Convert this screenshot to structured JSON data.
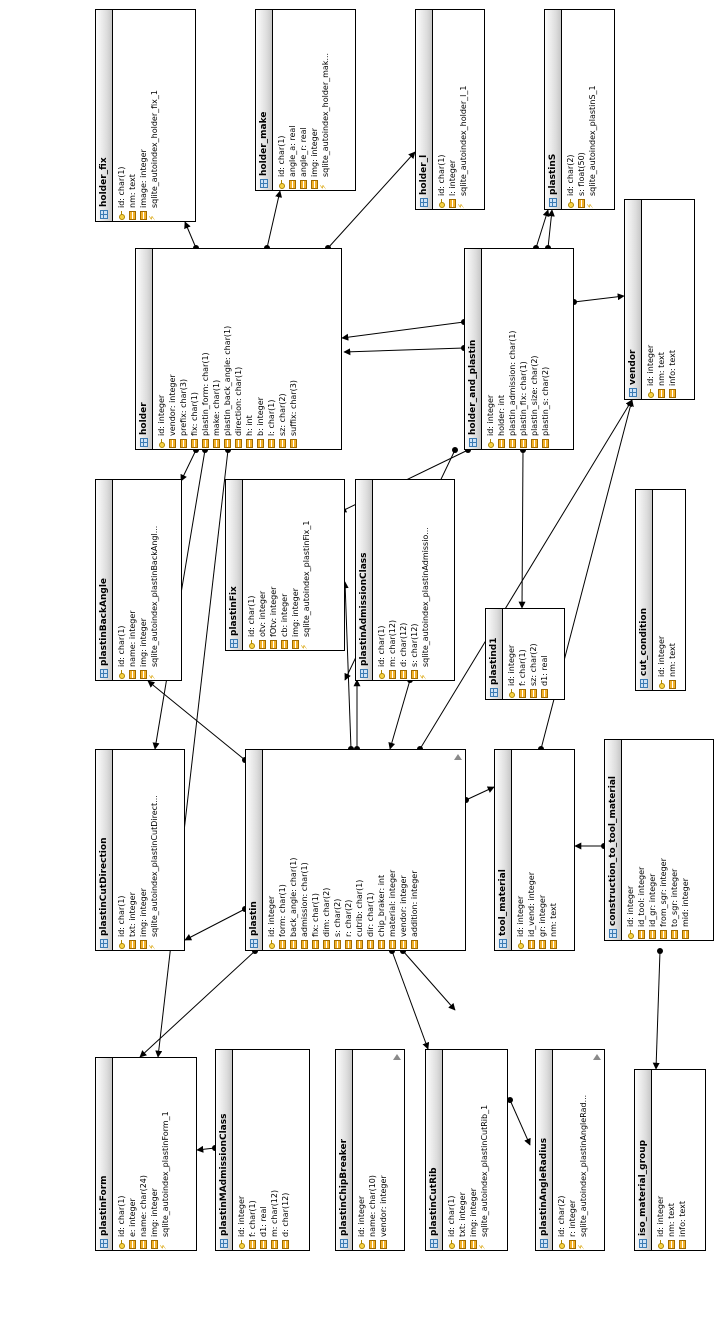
{
  "tables": [
    {
      "id": "holder_fix",
      "name": "holder_fix",
      "fields": [
        {
          "icon": "key-icon",
          "text": "id: char(1)"
        },
        {
          "icon": "column-icon",
          "text": "nm: text"
        },
        {
          "icon": "column-icon",
          "text": "image: integer"
        },
        {
          "icon": "index-icon",
          "text": "sqlite_autoindex_holder_fix_1"
        }
      ]
    },
    {
      "id": "holder_make",
      "name": "holder_make",
      "fields": [
        {
          "icon": "key-icon",
          "text": "id: char(1)"
        },
        {
          "icon": "column-icon",
          "text": "angle_a: real"
        },
        {
          "icon": "column-icon",
          "text": "angle_r: real"
        },
        {
          "icon": "column-icon",
          "text": "img: integer"
        },
        {
          "icon": "index-icon",
          "text": "sqlite_autoindex_holder_mak..."
        }
      ]
    },
    {
      "id": "holder_l",
      "name": "holder_l",
      "fields": [
        {
          "icon": "key-icon",
          "text": "id: char(1)"
        },
        {
          "icon": "column-icon",
          "text": "l: integer"
        },
        {
          "icon": "index-icon",
          "text": "sqlite_autoindex_holder_l_1"
        }
      ]
    },
    {
      "id": "plastinS",
      "name": "plastinS",
      "fields": [
        {
          "icon": "key-icon",
          "text": "id: char(2)"
        },
        {
          "icon": "column-icon",
          "text": "s: float(50)"
        },
        {
          "icon": "index-icon",
          "text": "sqlite_autoindex_plastinS_1"
        }
      ]
    },
    {
      "id": "vendor",
      "name": "vendor",
      "fields": [
        {
          "icon": "key-icon",
          "text": "id: integer"
        },
        {
          "icon": "column-icon",
          "text": "nm: text"
        },
        {
          "icon": "column-icon",
          "text": "info: text"
        }
      ]
    },
    {
      "id": "holder",
      "name": "holder",
      "fields": [
        {
          "icon": "key-icon",
          "text": "id: integer"
        },
        {
          "icon": "column-icon",
          "text": "vendor: integer"
        },
        {
          "icon": "column-icon",
          "text": "prefix: char(3)"
        },
        {
          "icon": "column-icon",
          "text": "fix: char(1)"
        },
        {
          "icon": "column-icon",
          "text": "plastin_form: char(1)"
        },
        {
          "icon": "column-icon",
          "text": "make: char(1)"
        },
        {
          "icon": "column-icon",
          "text": "plastin_back_angle: char(1)"
        },
        {
          "icon": "column-icon",
          "text": "direction: char(1)"
        },
        {
          "icon": "column-icon",
          "text": "h: int"
        },
        {
          "icon": "column-icon",
          "text": "b: integer"
        },
        {
          "icon": "column-icon",
          "text": "l: char(1)"
        },
        {
          "icon": "column-icon",
          "text": "sz: char(2)"
        },
        {
          "icon": "column-icon",
          "text": "suffix: char(3)"
        }
      ]
    },
    {
      "id": "holder_and_plastin",
      "name": "holder_and_plastin",
      "fields": [
        {
          "icon": "key-icon",
          "text": "id: integer"
        },
        {
          "icon": "column-icon",
          "text": "holder: int"
        },
        {
          "icon": "column-icon",
          "text": "plastin_admission: char(1)"
        },
        {
          "icon": "column-icon",
          "text": "plastin_fix: char(1)"
        },
        {
          "icon": "column-icon",
          "text": "plastin_size: char(2)"
        },
        {
          "icon": "column-icon",
          "text": "plastin_s: char(2)"
        }
      ]
    },
    {
      "id": "plastinBackAngle",
      "name": "plastinBackAngle",
      "fields": [
        {
          "icon": "key-icon",
          "text": "id: char(1)"
        },
        {
          "icon": "column-icon",
          "text": "name: integer"
        },
        {
          "icon": "column-icon",
          "text": "img: integer"
        },
        {
          "icon": "index-icon",
          "text": "sqlite_autoindex_plastinBackAngl..."
        }
      ]
    },
    {
      "id": "plastinFix",
      "name": "plastinFix",
      "fields": [
        {
          "icon": "key-icon",
          "text": "id: char(1)"
        },
        {
          "icon": "column-icon",
          "text": "otv: integer"
        },
        {
          "icon": "column-icon",
          "text": "fOtv: integer"
        },
        {
          "icon": "column-icon",
          "text": "cb: integer"
        },
        {
          "icon": "column-icon",
          "text": "img: integer"
        },
        {
          "icon": "index-icon",
          "text": "sqlite_autoindex_plastinFix_1"
        }
      ]
    },
    {
      "id": "plastinAdmissionClass",
      "name": "plastinAdmissionClass",
      "fields": [
        {
          "icon": "key-icon",
          "text": "id: char(1)"
        },
        {
          "icon": "column-icon",
          "text": "m: char(12)"
        },
        {
          "icon": "column-icon",
          "text": "d: char(12)"
        },
        {
          "icon": "column-icon",
          "text": "s: char(12)"
        },
        {
          "icon": "index-icon",
          "text": "sqlite_autoindex_plastinAdmissio..."
        }
      ]
    },
    {
      "id": "plastind1",
      "name": "plastind1",
      "fields": [
        {
          "icon": "key-icon",
          "text": "id: integer"
        },
        {
          "icon": "column-icon",
          "text": "f: char(1)"
        },
        {
          "icon": "column-icon",
          "text": "sz: char(2)"
        },
        {
          "icon": "column-icon",
          "text": "d1: real"
        }
      ]
    },
    {
      "id": "cut_condition",
      "name": "cut_condition",
      "fields": [
        {
          "icon": "key-icon",
          "text": "id: integer"
        },
        {
          "icon": "column-icon",
          "text": "nm: text"
        }
      ]
    },
    {
      "id": "plastinCutDirection",
      "name": "plastinCutDirection",
      "fields": [
        {
          "icon": "key-icon",
          "text": "id: char(1)"
        },
        {
          "icon": "column-icon",
          "text": "txt: integer"
        },
        {
          "icon": "column-icon",
          "text": "img: integer"
        },
        {
          "icon": "index-icon",
          "text": "sqlite_autoindex_plastinCutDirect..."
        }
      ]
    },
    {
      "id": "plastin",
      "name": "plastin",
      "collapse": true,
      "fields": [
        {
          "icon": "key-icon",
          "text": "id: integer"
        },
        {
          "icon": "column-icon",
          "text": "form: char(1)"
        },
        {
          "icon": "column-icon",
          "text": "back_angle: char(1)"
        },
        {
          "icon": "column-icon",
          "text": "admission: char(1)"
        },
        {
          "icon": "column-icon",
          "text": "fix: char(1)"
        },
        {
          "icon": "column-icon",
          "text": "dim: char(2)"
        },
        {
          "icon": "column-icon",
          "text": "s: char(2)"
        },
        {
          "icon": "column-icon",
          "text": "r: char(2)"
        },
        {
          "icon": "column-icon",
          "text": "cutrib: char(1)"
        },
        {
          "icon": "column-icon",
          "text": "dir: char(1)"
        },
        {
          "icon": "column-icon",
          "text": "chip_braker: int"
        },
        {
          "icon": "column-icon",
          "text": "material: integer"
        },
        {
          "icon": "column-icon",
          "text": "vendor: integer"
        },
        {
          "icon": "column-icon",
          "text": "addition: integer"
        }
      ]
    },
    {
      "id": "tool_material",
      "name": "tool_material",
      "fields": [
        {
          "icon": "key-icon",
          "text": "id: integer"
        },
        {
          "icon": "column-icon",
          "text": "id_vend: integer"
        },
        {
          "icon": "column-icon",
          "text": "gr: integer"
        },
        {
          "icon": "column-icon",
          "text": "nm: text"
        }
      ]
    },
    {
      "id": "construction_to_tool_material",
      "name": "construction_to_tool_material",
      "fields": [
        {
          "icon": "key-icon",
          "text": "id: integer"
        },
        {
          "icon": "column-icon",
          "text": "id_tool: integer"
        },
        {
          "icon": "column-icon",
          "text": "id_gr: integer"
        },
        {
          "icon": "column-icon",
          "text": "from_sgr: integer"
        },
        {
          "icon": "column-icon",
          "text": "to_sgr: integer"
        },
        {
          "icon": "column-icon",
          "text": "mid: integer"
        }
      ]
    },
    {
      "id": "plastinForm",
      "name": "plastinForm",
      "fields": [
        {
          "icon": "key-icon",
          "text": "id: char(1)"
        },
        {
          "icon": "column-icon",
          "text": "e: integer"
        },
        {
          "icon": "column-icon",
          "text": "name: char(24)"
        },
        {
          "icon": "column-icon",
          "text": "img: integer"
        },
        {
          "icon": "index-icon",
          "text": "sqlite_autoindex_plastinForm_1"
        }
      ]
    },
    {
      "id": "plastinMAdmissionClass",
      "name": "plastinMAdmissionClass",
      "fields": [
        {
          "icon": "key-icon",
          "text": "id: integer"
        },
        {
          "icon": "column-icon",
          "text": "f: char(1)"
        },
        {
          "icon": "column-icon",
          "text": "d1: real"
        },
        {
          "icon": "column-icon",
          "text": "m: char(12)"
        },
        {
          "icon": "column-icon",
          "text": "d: char(12)"
        }
      ]
    },
    {
      "id": "plastinChipBreaker",
      "name": "plastinChipBreaker",
      "collapse": true,
      "fields": [
        {
          "icon": "key-icon",
          "text": "id: integer"
        },
        {
          "icon": "column-icon",
          "text": "name: char(10)"
        },
        {
          "icon": "column-icon",
          "text": "vendor: integer"
        }
      ]
    },
    {
      "id": "plastinCutRib",
      "name": "plastinCutRib",
      "fields": [
        {
          "icon": "key-icon",
          "text": "id: char(1)"
        },
        {
          "icon": "column-icon",
          "text": "txt: integer"
        },
        {
          "icon": "column-icon",
          "text": "img: integer"
        },
        {
          "icon": "index-icon",
          "text": "sqlite_autoindex_plastinCutRib_1"
        }
      ]
    },
    {
      "id": "plastinAngleRadius",
      "name": "plastinAngleRadius",
      "collapse": true,
      "fields": [
        {
          "icon": "key-icon",
          "text": "id: char(2)"
        },
        {
          "icon": "column-icon",
          "text": "r: integer"
        },
        {
          "icon": "index-icon",
          "text": "sqlite_autoindex_plastinAngleRad..."
        }
      ]
    },
    {
      "id": "iso_material_group",
      "name": "iso_material_group",
      "fields": [
        {
          "icon": "key-icon",
          "text": "id: integer"
        },
        {
          "icon": "column-icon",
          "text": "nm: text"
        },
        {
          "icon": "column-icon",
          "text": "info: text"
        }
      ]
    }
  ],
  "relations": [
    {
      "from": "holder",
      "to": "holder_fix"
    },
    {
      "from": "holder",
      "to": "holder_make"
    },
    {
      "from": "holder",
      "to": "holder_l"
    },
    {
      "from": "holder",
      "to": "plastinBackAngle"
    },
    {
      "from": "holder",
      "to": "plastinCutDirection"
    },
    {
      "from": "holder",
      "to": "plastinForm"
    },
    {
      "from": "holder_and_plastin",
      "to": "plastinS"
    },
    {
      "from": "holder_and_plastin",
      "to": "vendor"
    },
    {
      "from": "holder_and_plastin",
      "to": "holder"
    },
    {
      "from": "holder_and_plastin",
      "to": "plastinAdmissionClass"
    },
    {
      "from": "holder_and_plastin",
      "to": "plastinFix"
    },
    {
      "from": "holder_and_plastin",
      "to": "plastind1"
    },
    {
      "from": "plastin",
      "to": "plastinBackAngle"
    },
    {
      "from": "plastin",
      "to": "plastinCutDirection"
    },
    {
      "from": "plastin",
      "to": "plastinForm"
    },
    {
      "from": "plastin",
      "to": "plastinAdmissionClass"
    },
    {
      "from": "plastin",
      "to": "plastinFix"
    },
    {
      "from": "plastin",
      "to": "vendor"
    },
    {
      "from": "plastin",
      "to": "plastinCutRib"
    },
    {
      "from": "plastin",
      "to": "plastinAngleRadius"
    },
    {
      "from": "plastin",
      "to": "tool_material"
    },
    {
      "from": "plastinMAdmissionClass",
      "to": "plastinForm"
    },
    {
      "from": "tool_material",
      "to": "vendor"
    },
    {
      "from": "construction_to_tool_material",
      "to": "tool_material"
    },
    {
      "from": "construction_to_tool_material",
      "to": "iso_material_group"
    }
  ]
}
